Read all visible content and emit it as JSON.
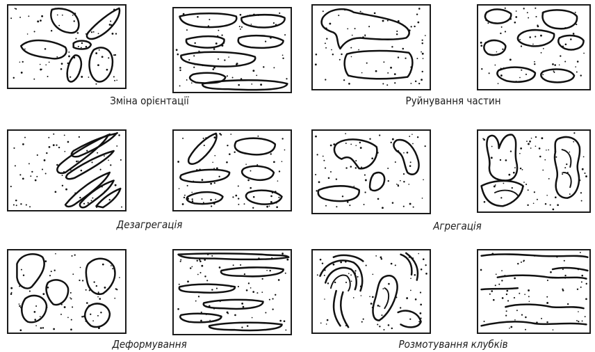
{
  "captions": {
    "orientation": "Зміна орієнтації",
    "breakdown": "Руйнування частин",
    "disaggregation": "Дезагрегація",
    "aggregation": "Агрегація",
    "deformation": "Деформування",
    "unwinding": "Розмотування клубків"
  },
  "colors": {
    "line": "#111111",
    "background": "#ffffff"
  }
}
